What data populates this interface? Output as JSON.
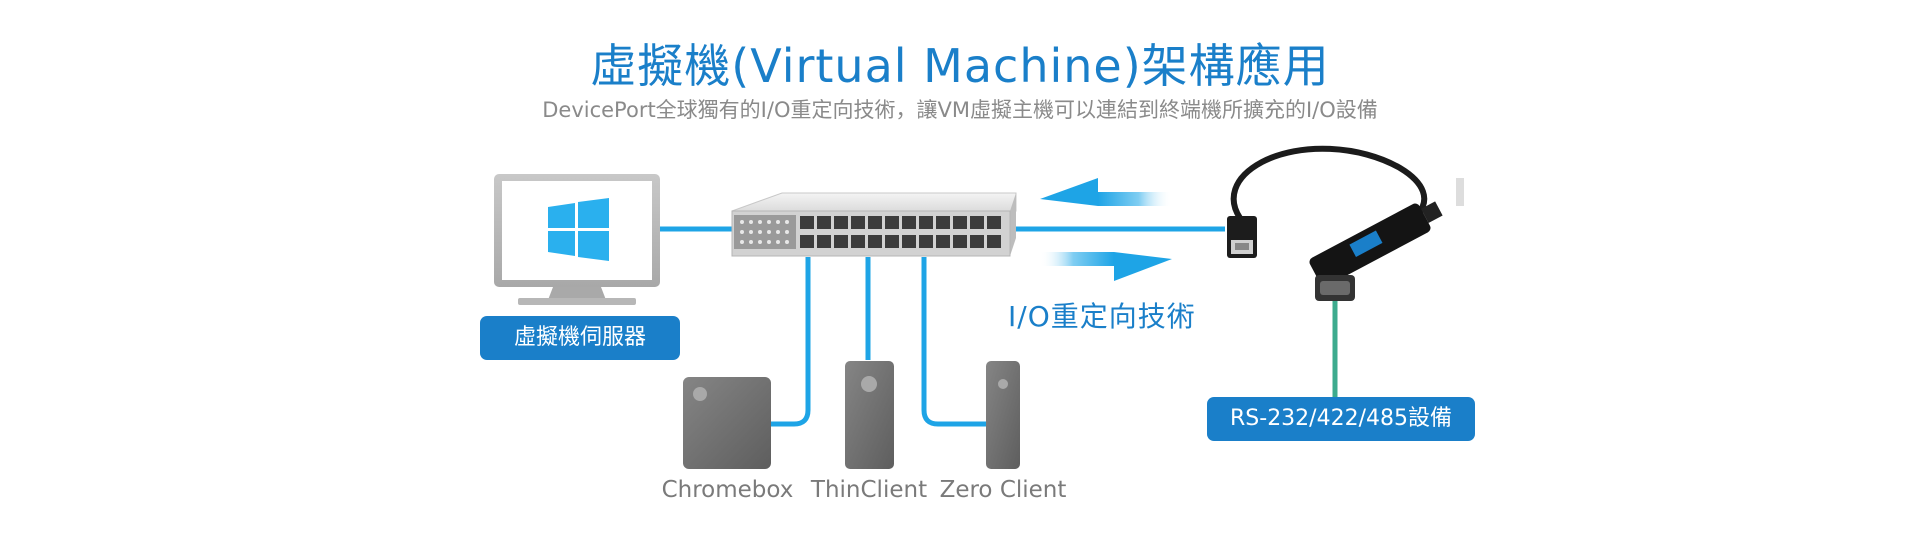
{
  "header": {
    "title": "虛擬機(Virtual Machine)架構應用",
    "subtitle": "DevicePort全球獨有的I/O重定向技術，讓VM虛擬主機可以連結到終端機所擴充的I/O設備"
  },
  "labels": {
    "server": "虛擬機伺服器",
    "io_tech": "I/O重定向技術",
    "rs_device": "RS-232/422/485設備"
  },
  "devices": [
    {
      "label": "Chromebox"
    },
    {
      "label": "ThinClient"
    },
    {
      "label": "Zero Client"
    }
  ],
  "colors": {
    "accent": "#1a7fc9",
    "cable": "#1ea4e6",
    "serial_cable": "#3dab8e",
    "device_gray": "#6e6e6e"
  },
  "icons": [
    "monitor-icon",
    "windows-logo-icon",
    "network-switch-icon",
    "arrow-left-icon",
    "arrow-right-icon",
    "usb-serial-adapter-icon"
  ]
}
